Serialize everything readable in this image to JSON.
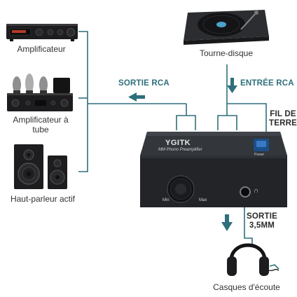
{
  "devices": {
    "amplifier": "Amplificateur",
    "tube_amplifier": "Amplificateur à tube",
    "active_speaker": "Haut-parleur actif",
    "turntable": "Tourne-disque",
    "headphones": "Casques d'écoute"
  },
  "connections": {
    "rca_out": "SORTIE RCA",
    "rca_in": "ENTRÉE RCA",
    "ground_line1": "FIL DE",
    "ground_line2": "TERRE",
    "out35_line1": "SORTIE",
    "out35_line2": "3,5MM"
  },
  "preamp": {
    "brand": "YGITK",
    "model": "MM Phono Preamplifier",
    "power": "Power",
    "knob_min": "Min",
    "knob_max": "Max"
  },
  "colors": {
    "wire": "#2e6f7c",
    "device_dark": "#1d1d1f",
    "preamp_body": "#25272b"
  }
}
